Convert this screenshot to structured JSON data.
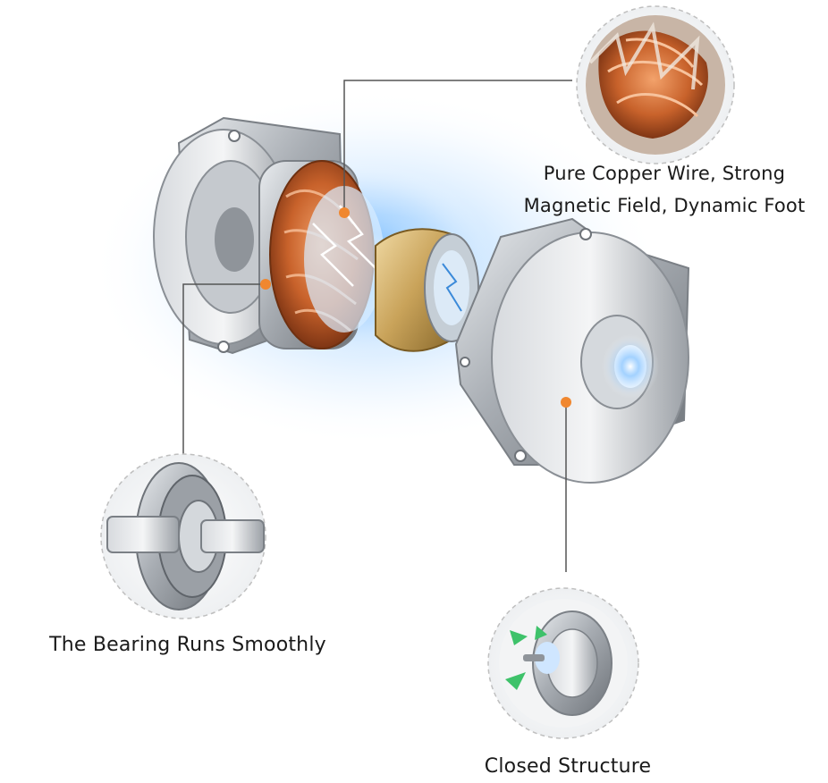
{
  "callouts": {
    "copper": {
      "line1": "Pure Copper Wire, Strong",
      "line2": "Magnetic Field, Dynamic Foot",
      "icon": "copper-coil-icon"
    },
    "bearing": {
      "label": "The Bearing Runs Smoothly",
      "icon": "ball-bearing-icon"
    },
    "closed": {
      "label": "Closed Structure",
      "icon": "closed-motor-icon"
    }
  },
  "colors": {
    "accent_dot": "#f0872f",
    "leader_line": "#555555",
    "glow": "#5aa8ff",
    "copper": "#c8622b",
    "steel": "#b9bec4",
    "brass": "#c9a35a"
  }
}
